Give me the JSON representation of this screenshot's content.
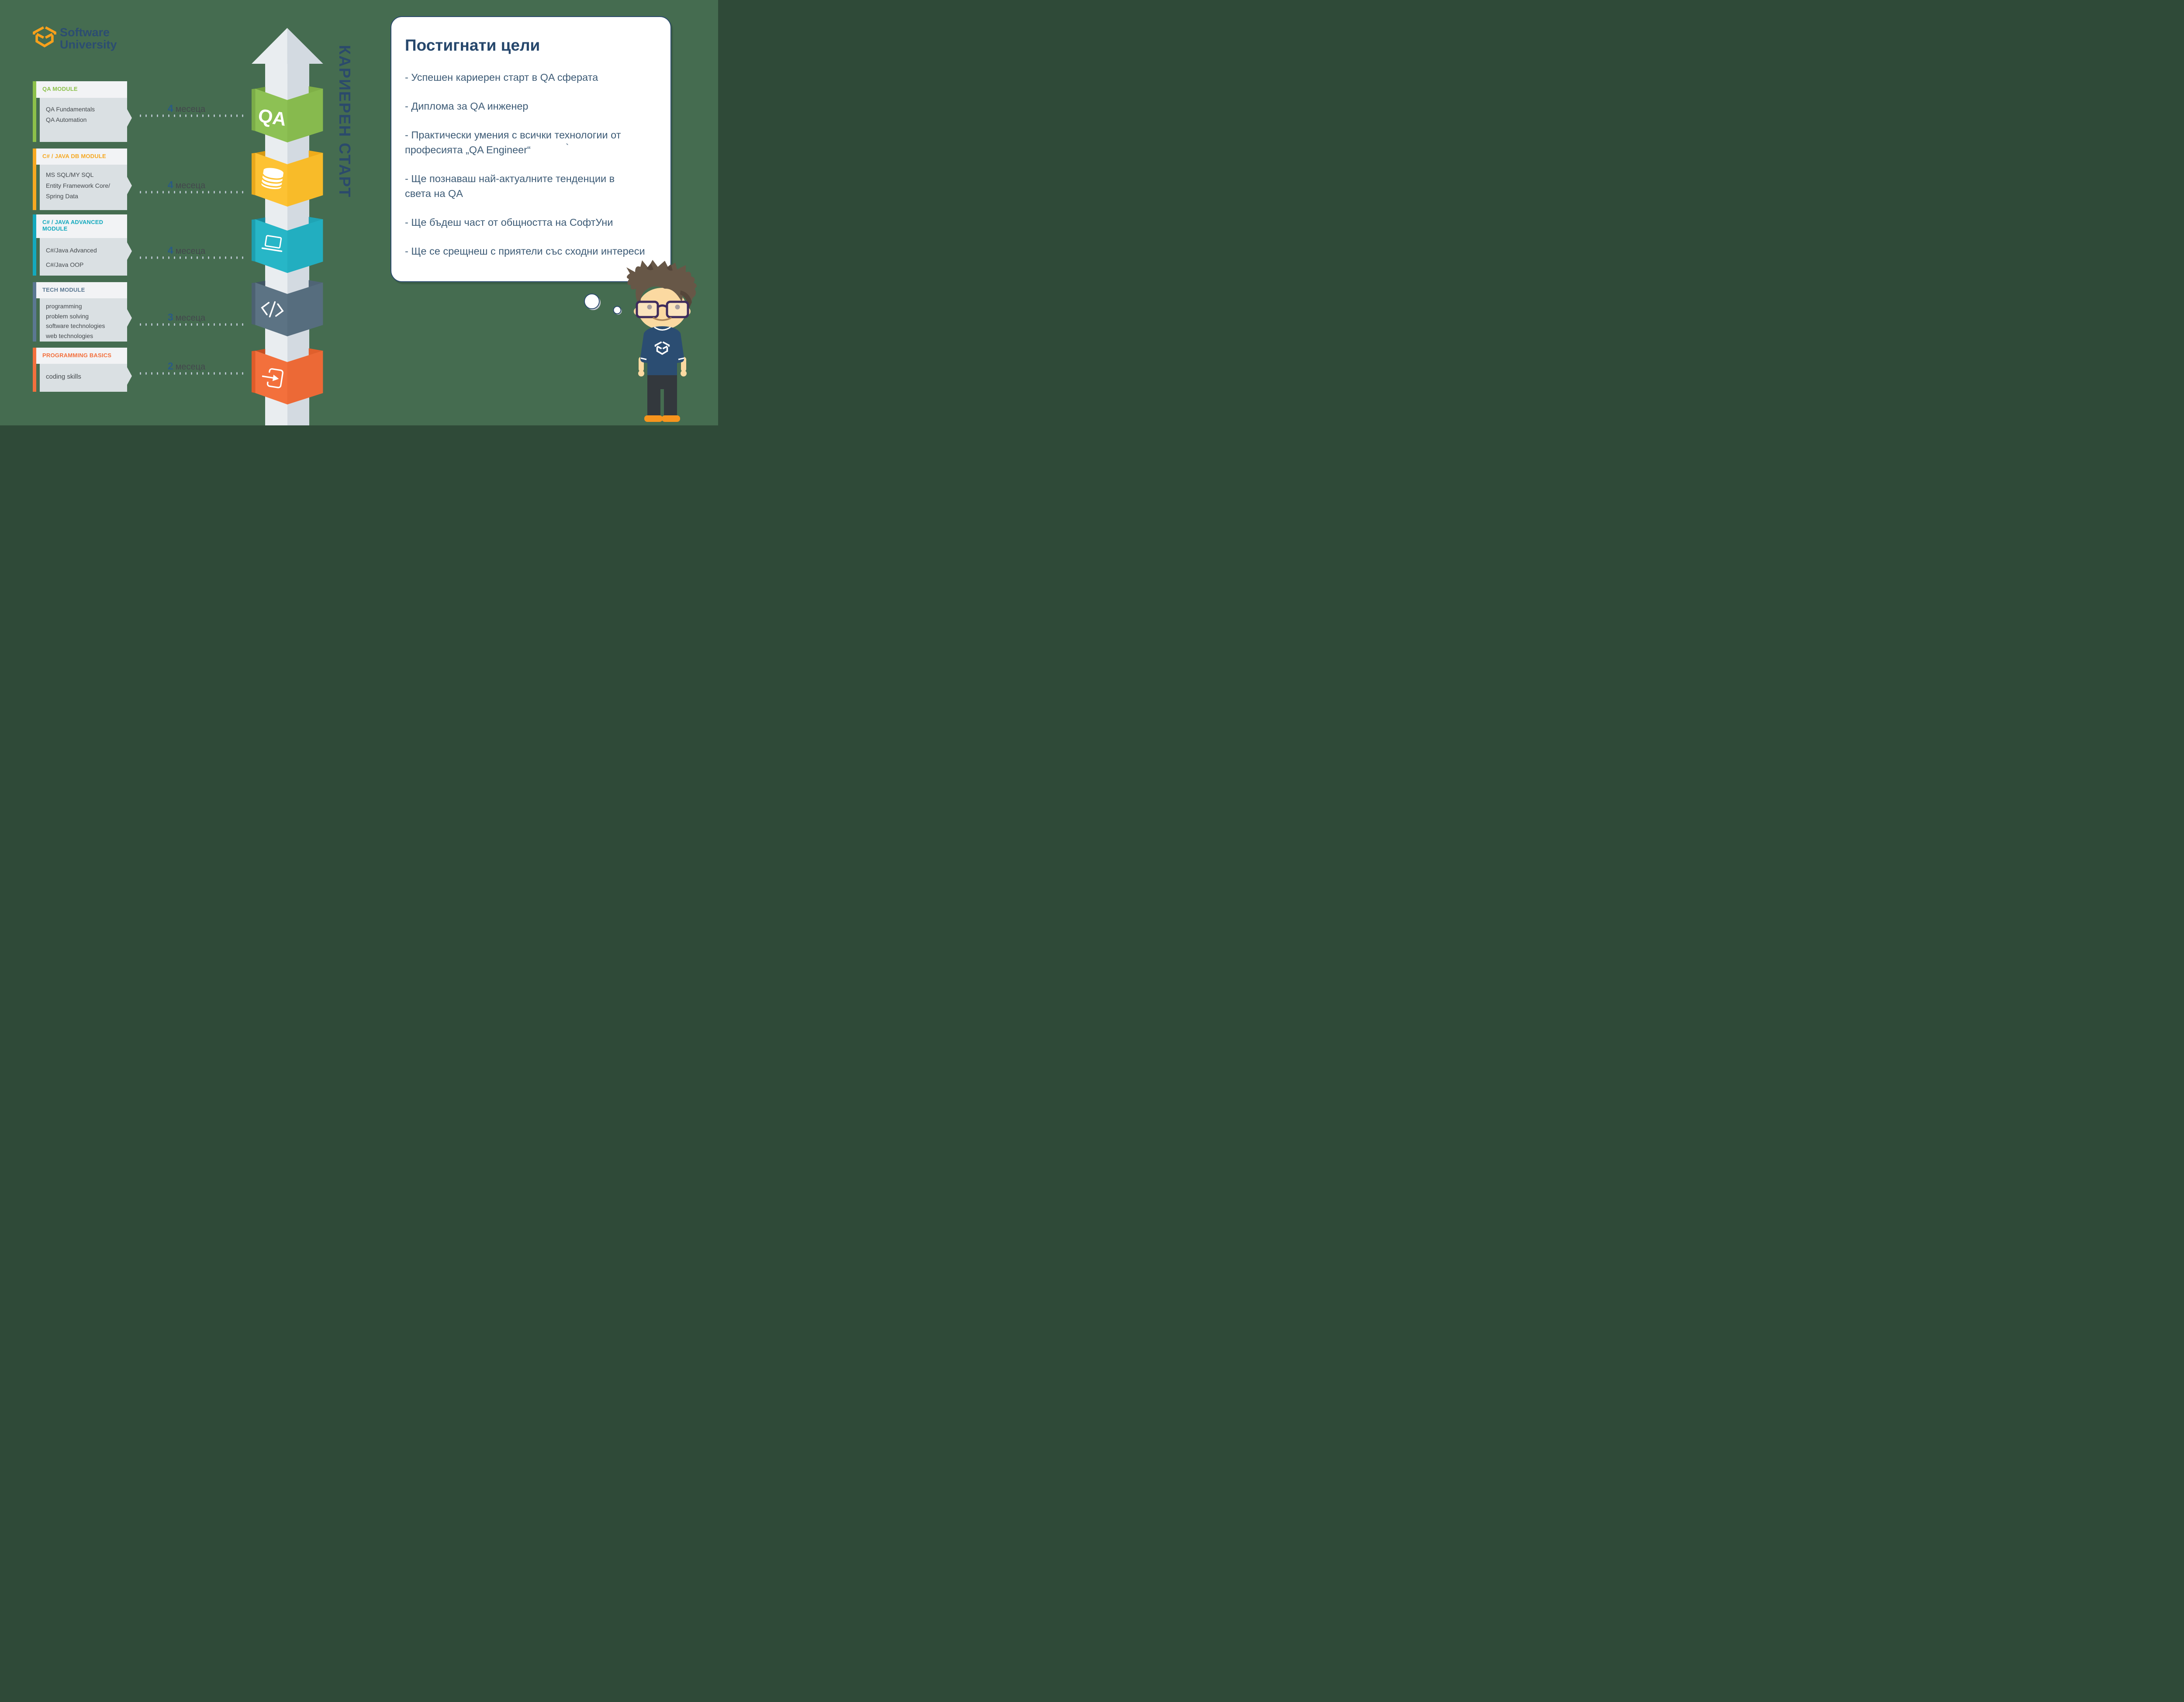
{
  "logo": {
    "line1": "Software",
    "line2": "University"
  },
  "career_label": "КАРИЕРЕН СТАРТ",
  "band_qa_text": "QA",
  "modules": [
    {
      "title": "QA MODULE",
      "lines": [
        "QA Fundamentals",
        "QA Automation"
      ]
    },
    {
      "title": "C# / JAVA DB MODULE",
      "lines": [
        "MS SQL/MY SQL",
        "Entity Framework Core/",
        "Spring Data"
      ]
    },
    {
      "title": "C# / JAVA ADVANCED\nMODULE",
      "lines": [
        "C#/Java Advanced",
        "C#/Java OOP"
      ]
    },
    {
      "title": "TECH MODULE",
      "lines": [
        "programming",
        "problem solving",
        "software technologies",
        "web technologies"
      ]
    },
    {
      "title": "PROGRAMMING BASICS",
      "lines": [
        "coding skills"
      ]
    }
  ],
  "timeline": {
    "dot_count": 19,
    "rows": [
      {
        "num": "4",
        "unit": "месеца"
      },
      {
        "num": "4",
        "unit": "месеца"
      },
      {
        "num": "4",
        "unit": "месеца"
      },
      {
        "num": "3",
        "unit": "месеца"
      },
      {
        "num": "2",
        "unit": "месеца"
      }
    ]
  },
  "goals": {
    "title": "Постигнати цели",
    "bullets": [
      "- Успешен кариерен старт в QA сферата",
      "- Диплома за QA инженер",
      "- Практически умения с всички технологии от\nпрофесията „QA Engineer“",
      "- Ще познаваш най-актуалните тенденции в\nсвета на QA",
      "- Ще бъдеш част от общността на СофтУни",
      "- Ще се срещнеш с приятели със сходни интереси"
    ],
    "stray_mark": "`"
  },
  "colors": {
    "page_bg": "#456C50",
    "navy": "#2B4A6B",
    "title": "#26476C",
    "bullet": "#3D5B76",
    "logo_text": "#2C4D71",
    "softuni_orange": "#F9A11B",
    "month_num": "#2A5B85",
    "month_word": "#43484D",
    "dot": "#B7C4CC",
    "card_header_bg": "#F2F3F5",
    "card_body_bg": "#DAE0E3",
    "card_text": "#44494D",
    "acc_qa": "#8CC04A",
    "acc_db": "#F6A821",
    "acc_adv": "#14A9BD",
    "acc_tech": "#5B7892",
    "acc_basics": "#F3703D",
    "arrow_light": "#E9EDF0",
    "arrow_dark": "#D3DAE1",
    "band_green_front": "#8DC154",
    "band_green_frontR": "#87BA4E",
    "band_green_insideR": "#7FB047",
    "band_green_insideL": "#6C9C3C",
    "band_green_outerL": "#7BAC48",
    "band_yellow_front": "#FDC233",
    "band_yellow_frontR": "#F8BB29",
    "band_yellow_insideR": "#EFAC1A",
    "band_yellow_insideL": "#D69812",
    "band_yellow_outerL": "#E8A81C",
    "band_cyan_front": "#27B6C7",
    "band_cyan_frontR": "#22AEC0",
    "band_cyan_insideR": "#1FA4B5",
    "band_cyan_insideL": "#17899B",
    "band_cyan_outerL": "#1D9FAF",
    "band_slate_front": "#5C7384",
    "band_slate_frontR": "#566D7E",
    "band_slate_insideR": "#4F6475",
    "band_slate_insideL": "#415564",
    "band_slate_outerL": "#4C6171",
    "band_orange_front": "#F3703C",
    "band_orange_frontR": "#EC6936",
    "band_orange_insideR": "#E05F2C",
    "band_orange_insideL": "#C54F22",
    "band_orange_outerL": "#DE5C2A",
    "skin": "#FBD9A1",
    "hair": "#675747",
    "hair_dark": "#55463A",
    "glasses": "#3E2B5C",
    "lens": "#FBE4BE",
    "pupil": "#A59B9E",
    "smile": "#AD8557",
    "shirt": "#2B4D72",
    "pants": "#33383D",
    "shoe": "#F7941D"
  }
}
